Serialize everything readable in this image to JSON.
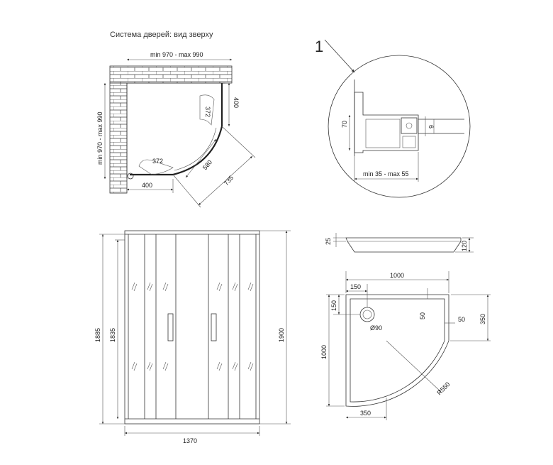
{
  "plan_view": {
    "title": "Система дверей: вид зверху",
    "width_range": "min 970 - max 990",
    "depth_range": "min 970 - max 990",
    "side_panel": "400",
    "bottom_panel": "400",
    "door_swing_top": "372",
    "door_swing_bottom": "372",
    "door_opening": "580",
    "diagonal": "735"
  },
  "profile_detail": {
    "callout": "1",
    "height": "70",
    "gap": "6",
    "range": "min 35 - max 55"
  },
  "front_view": {
    "total_height": "1900",
    "glass_height": "1885",
    "door_height": "1835",
    "width": "1370"
  },
  "tray_side": {
    "rim": "25",
    "height": "120"
  },
  "tray_plan": {
    "width": "1000",
    "depth": "1000",
    "drain_offset_x": "150",
    "drain_offset_y": "150",
    "wall_50a": "50",
    "wall_50b": "50",
    "straight_side": "350",
    "straight_bottom": "350",
    "drain_diameter": "Ø90",
    "radius": "R550"
  }
}
